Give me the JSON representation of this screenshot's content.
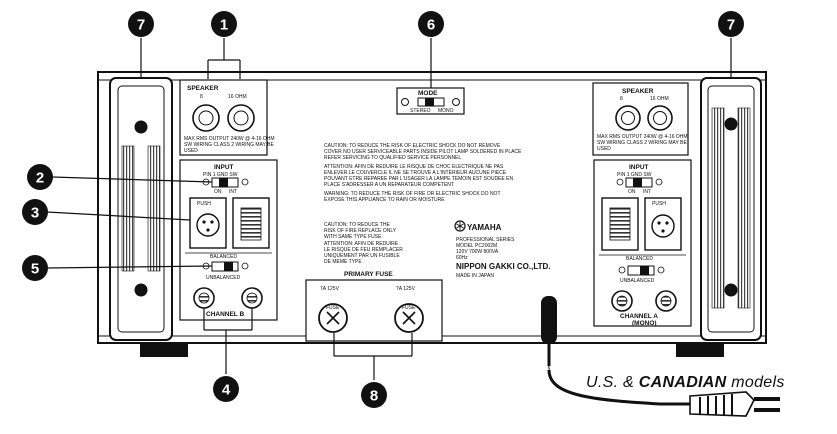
{
  "callouts": {
    "c1": "1",
    "c2": "2",
    "c3": "3",
    "c4": "4",
    "c5": "5",
    "c6": "6",
    "c7": "7",
    "c8": "8"
  },
  "speaker_left": {
    "title": "SPEAKER",
    "ohm_a": "8",
    "ohm_b": "16 OHM",
    "note1": "MAX RMS OUTPUT 240W @ 4-16 OHM",
    "note2": "SW WIRING CLASS 2 WIRING MAY BE",
    "note3": "USED"
  },
  "speaker_right": {
    "title": "SPEAKER",
    "ohm_a": "8",
    "ohm_b": "16 OHM",
    "note1": "MAX RMS OUTPUT 240W @ 4-16 OHM",
    "note2": "SW WIRING CLASS 2 WIRING MAY BE",
    "note3": "USED"
  },
  "mode": {
    "title": "MODE",
    "stereo": "STEREO",
    "mono": "MONO"
  },
  "input_left": {
    "title": "INPUT",
    "switch_label": "PIN 1 GND SW",
    "on": "ON",
    "int": "INT",
    "push": "PUSH",
    "balanced": "BALANCED",
    "unbalanced": "UNBALANCED",
    "channel": "CHANNEL B"
  },
  "input_right": {
    "title": "INPUT",
    "switch_label": "PIN 1 GND SW",
    "on": "ON",
    "int": "INT",
    "push": "PUSH",
    "balanced": "BALANCED",
    "unbalanced": "UNBALANCED",
    "channel": "CHANNEL A",
    "channel_sub": "(MONO)"
  },
  "caution_main": {
    "l1": "CAUTION: TO REDUCE THE RISK OF ELECTRIC SHOCK DO NOT REMOVE",
    "l2": "COVER NO USER SERVICEABLE PARTS INSIDE PILOT LAMP SOLDERED IN PLACE",
    "l3": "REFER SERVICING TO QUALIFIED SERVICE PERSONNEL",
    "l4": "ATTENTION: AFIN DE REDUIRE LE RISQUE DE CHOC ELECTRIQUE NE PAS",
    "l5": "ENLEVER LE COUVERCLE IL NE SE TROUVE A L'INTERIEUR AUCUNE PIECE",
    "l6": "POUVANT ETRE REPAREE PAR L'USAGER LA LAMPE TEMOIN EST SOUDEE EN",
    "l7": "PLACE S'ADRESSER A UN REPARATEUR COMPETENT",
    "l8": "WARNING: TO REDUCE THE RISK OF FIRE OR ELECTRIC SHOCK DO NOT",
    "l9": "EXPOSE THIS APPLIANCE TO RAIN OR MOISTURE"
  },
  "caution_fuse": {
    "l1": "CAUTION: TO REDUCE THE",
    "l2": "RISK OF FIRE REPLACE ONLY",
    "l3": "WITH SAME TYPE FUSE",
    "l4": "ATTENTION: AFIN DE REDUIRE",
    "l5": "LE RISQUE DE FEU REMPLACER",
    "l6": "UNIQUEMENT PAR UN FUSIBLE",
    "l7": "DE MEME TYPE"
  },
  "brand": {
    "name": "YAMAHA",
    "series": "PROFESSIONAL SERIES",
    "model": "MODEL PC2002M",
    "power": "120V 700W 800VA",
    "freq": "60Hz",
    "maker": "NIPPON GAKKI CO.,LTD.",
    "origin": "MADE IN JAPAN"
  },
  "fuse": {
    "title": "PRIMARY FUSE",
    "rating_left": "7A 125V",
    "rating_right": "7A 125V",
    "cap": "FUSE"
  },
  "models_label": {
    "part1": "U.S. & ",
    "part2": "CANADIAN",
    "part3": " models"
  },
  "colors": {
    "ink": "#111111",
    "panel": "#ffffff",
    "callout": "#111111"
  }
}
